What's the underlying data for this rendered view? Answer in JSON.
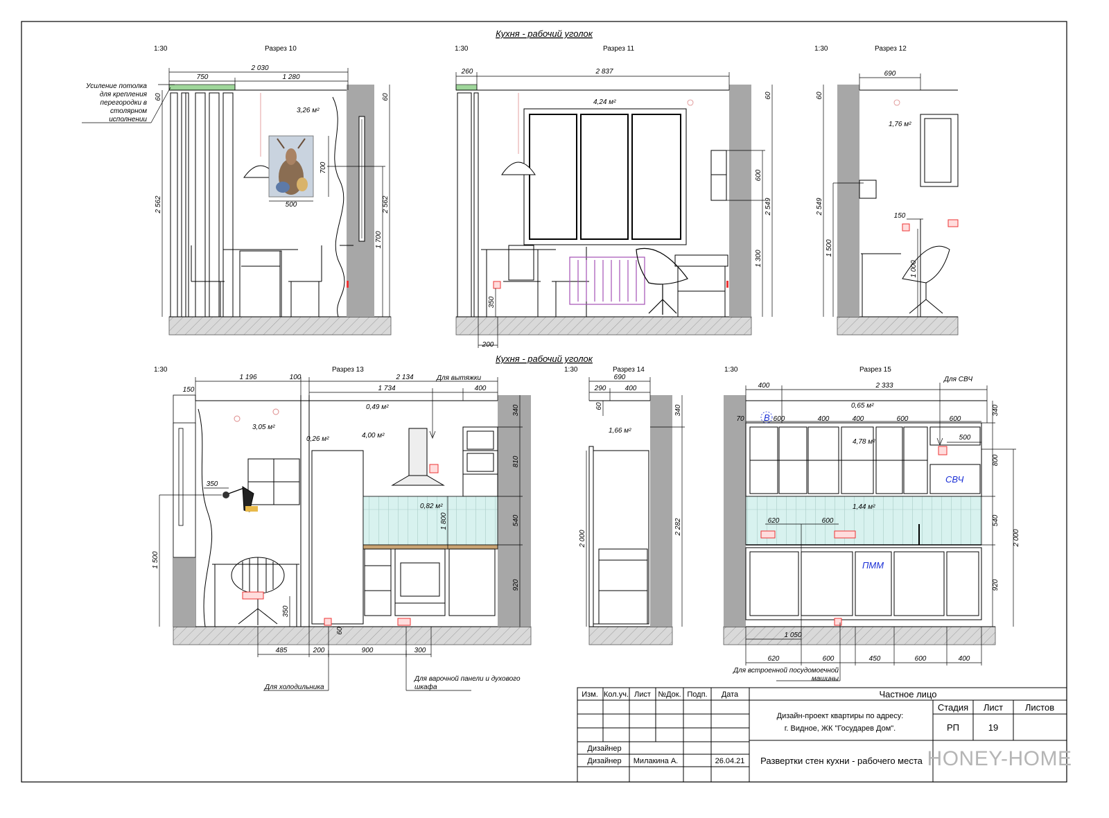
{
  "titles": {
    "top": "Кухня - рабочий уголок",
    "bottom": "Кухня - рабочий уголок"
  },
  "sections": [
    {
      "id": "s10",
      "scale": "1:30",
      "label": "Разрез  10"
    },
    {
      "id": "s11",
      "scale": "1:30",
      "label": "Разрез  11"
    },
    {
      "id": "s12",
      "scale": "1:30",
      "label": "Разрез  12"
    },
    {
      "id": "s13",
      "scale": "1:30",
      "label": "Разрез      13"
    },
    {
      "id": "s14",
      "scale": "1:30",
      "label": "Разрез  14"
    },
    {
      "id": "s15",
      "scale": "1:30",
      "label": "Разрез      15"
    }
  ],
  "s10": {
    "dims": [
      "2 030",
      "750",
      "1 280",
      "60",
      "60",
      "2 562",
      "2 562",
      "700",
      "500",
      "1 700"
    ],
    "area": "3,26 м²",
    "note": [
      "Усиление потолка",
      "для крепления",
      "перегородки в",
      "столярном",
      "исполнении"
    ]
  },
  "s11": {
    "dims": [
      "260",
      "2 837",
      "60",
      "600",
      "2 549",
      "1 300",
      "350",
      "200"
    ],
    "area": "4,24 м²"
  },
  "s12": {
    "dims": [
      "690",
      "60",
      "2 549",
      "1 500",
      "150",
      "1 000"
    ],
    "area": "1,76 м²"
  },
  "s13": {
    "dims": [
      "1 196",
      "100",
      "2 134",
      "150",
      "1 734",
      "400",
      "340",
      "810",
      "540",
      "920",
      "350",
      "1 800",
      "1 500",
      "350",
      "485",
      "200",
      "900",
      "300",
      "60"
    ],
    "areas": [
      "0,49 м²",
      "3,05 м²",
      "0,26 м²",
      "4,00 м²",
      "0,82 м²"
    ],
    "notes": {
      "hood": "Для вытяжки",
      "fridge": "Для холодильника",
      "hob": [
        "Для варочной панели и духового",
        "шкафа"
      ]
    }
  },
  "s14": {
    "dims": [
      "690",
      "290",
      "400",
      "60",
      "340",
      "2 000",
      "2 282"
    ],
    "area": "1,66 м²"
  },
  "s15": {
    "dims": [
      "400",
      "2 333",
      "70",
      "600",
      "400",
      "400",
      "600",
      "600",
      "500",
      "340",
      "800",
      "540",
      "2 000",
      "920",
      "620",
      "600",
      "1 050",
      "620",
      "600",
      "450",
      "600",
      "400"
    ],
    "areas": [
      "0,65 м²",
      "4,78 м²",
      "1,44 м²"
    ],
    "labels": {
      "b": "В",
      "microwave": "СВЧ",
      "dishwasher": "ПММ"
    },
    "notes": {
      "microwave": "Для СВЧ",
      "dishwasher": [
        "Для встроенной  посудомоечной",
        "машины"
      ]
    }
  },
  "title_block": {
    "headers": [
      "Изм.",
      "Кол.уч.",
      "Лист",
      "№Док.",
      "Подп.",
      "Дата"
    ],
    "client": "Частное лицо",
    "project_line1": "Дизайн-проект квартиры по адресу:",
    "project_line2": "г. Видное, ЖК \"Государев Дом\".",
    "stage_header": "Стадия",
    "sheet_header": "Лист",
    "sheets_header": "Листов",
    "stage": "РП",
    "sheet": "19",
    "sheets": "",
    "role1": "Дизайнер",
    "role2": "Дизайнер",
    "author": "Милакина А.",
    "date": "26.04.21",
    "drawing_title": "Развертки стен  кухни - рабочего места",
    "brand": "HONEY-HOME"
  }
}
